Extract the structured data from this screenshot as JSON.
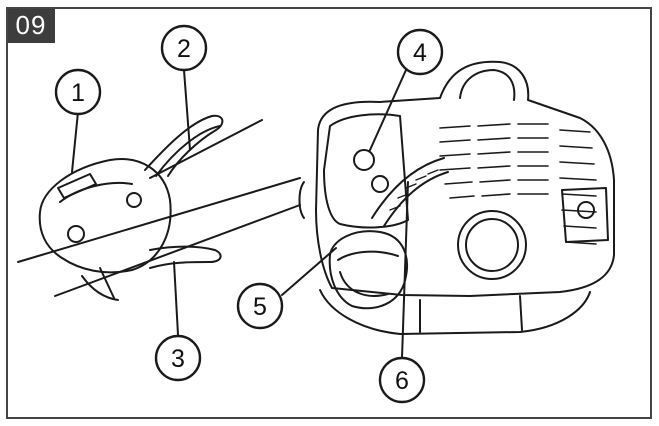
{
  "figure": {
    "step_number": "09",
    "callouts": [
      "1",
      "2",
      "3",
      "4",
      "5",
      "6"
    ]
  },
  "colors": {
    "badge_bg": "#3d3d3d",
    "badge_text": "#ffffff",
    "border": "#444444",
    "line": "#1a1a1a"
  }
}
